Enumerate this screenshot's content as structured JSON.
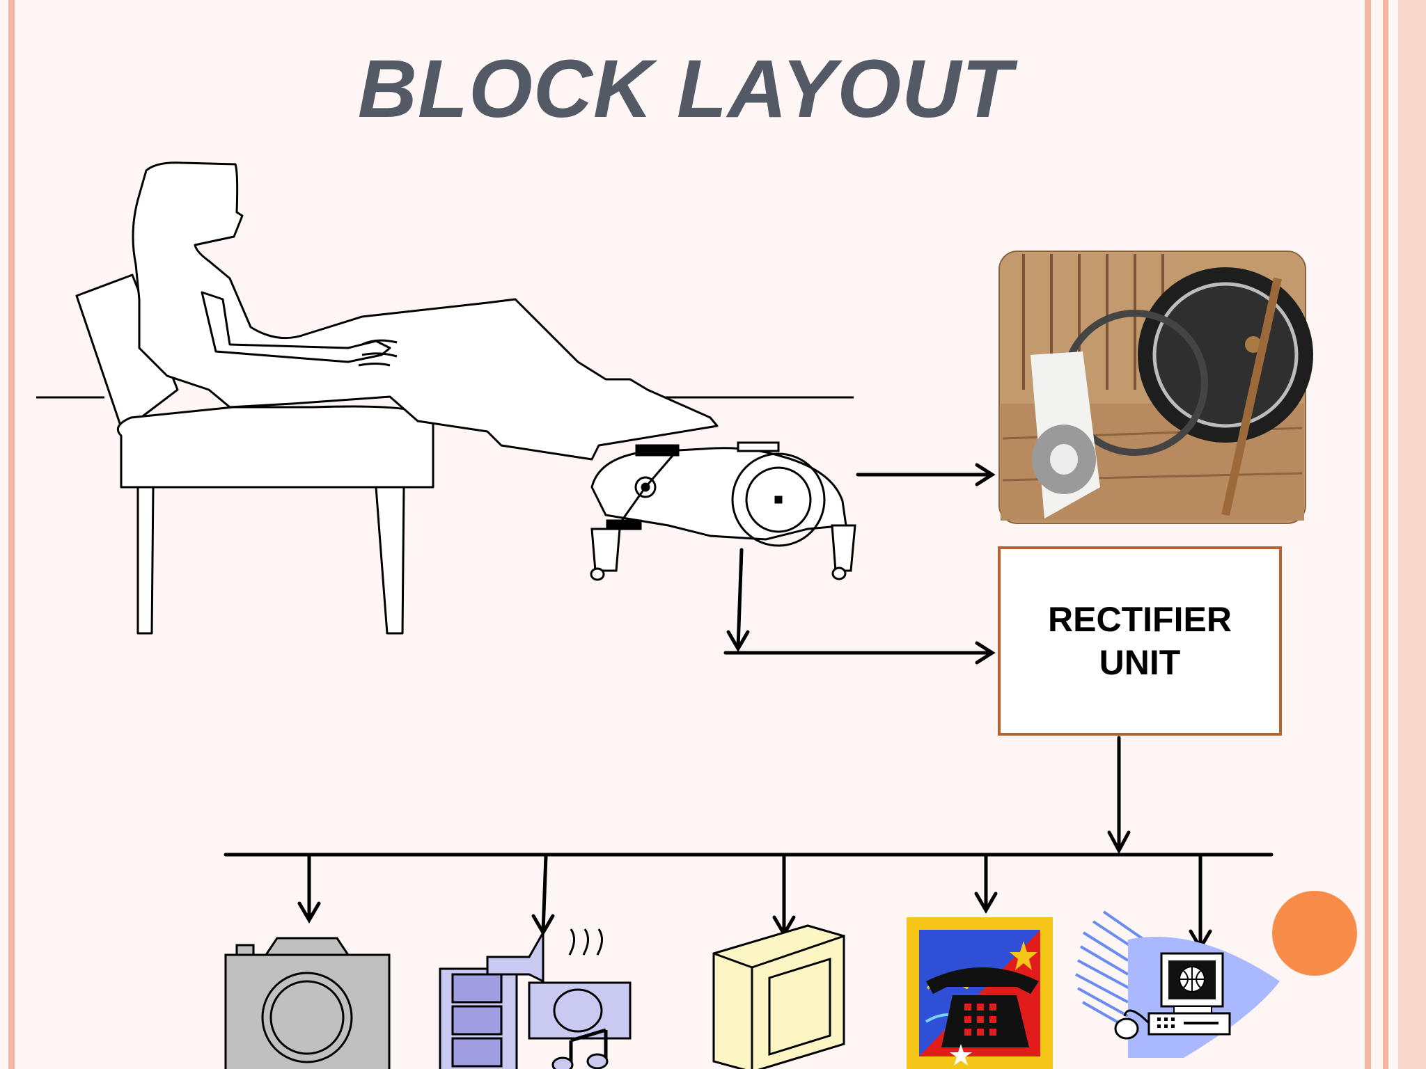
{
  "slide": {
    "title": "BLOCK LAYOUT"
  },
  "rectifier": {
    "line1": "RECTIFIER",
    "line2": "UNIT"
  },
  "colors": {
    "title": "#535a66",
    "border": "#f5b6a4",
    "box_border": "#b86030",
    "accent_dot": "#f78b48"
  },
  "icons": [
    "person-on-chair-icon",
    "pedal-exerciser-icon",
    "generator-photo",
    "camera-icon",
    "multimedia-icon",
    "monitor-icon",
    "telephone-icon",
    "computer-icon"
  ]
}
